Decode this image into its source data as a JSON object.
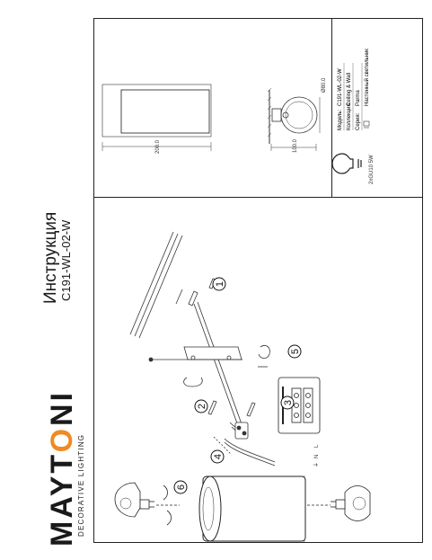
{
  "brand": {
    "name_pre": "MAYT",
    "name_o": "O",
    "name_post": "NI",
    "tagline": "DECORATIVE LIGHTING",
    "accent": "#f08a24"
  },
  "title": "Инструкция",
  "model_code": "C191-WL-02-W",
  "dimensions": {
    "width": "200.0",
    "depth": "100.0",
    "diameter": "Ø80.0"
  },
  "specs": {
    "model_label": "Модель:",
    "model_value": "C191-WL-02-W",
    "collection_label": "Коллекция:",
    "collection_value": "Ceiling & Wall",
    "series_label": "Серия:",
    "series_value": "Parma",
    "type_value": "Настенный светильник"
  },
  "lamp": "2xGU10 5W",
  "steps": [
    "1",
    "2",
    "3",
    "4",
    "5",
    "6"
  ],
  "terminal_labels": [
    "L",
    "N",
    "⏚"
  ]
}
